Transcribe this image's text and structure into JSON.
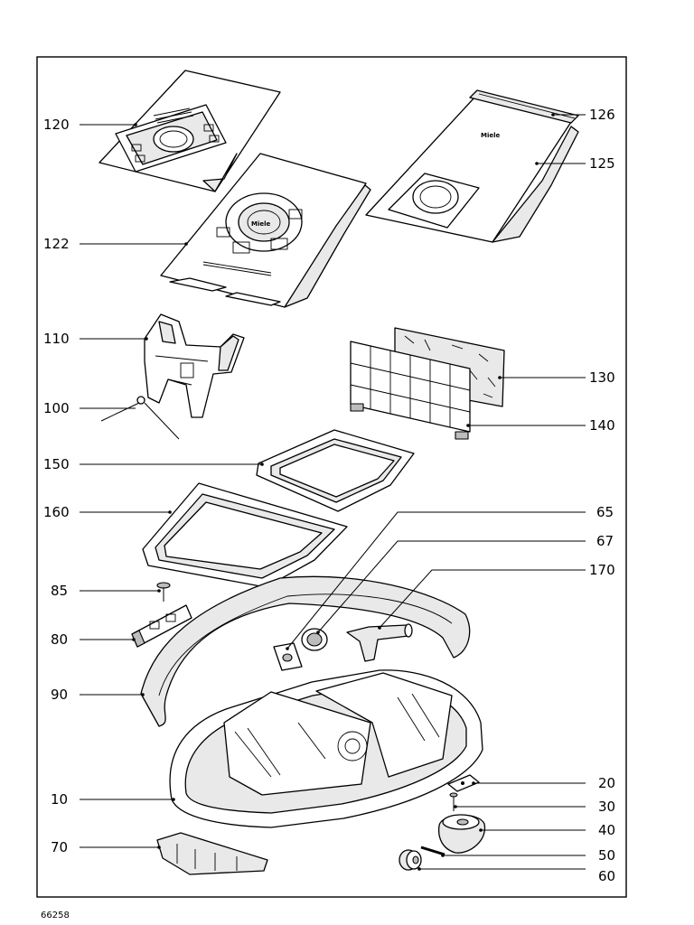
{
  "drawing_code": "66258",
  "brand_text": "Miele",
  "callouts": [
    {
      "label": "120"
    },
    {
      "label": "122"
    },
    {
      "label": "126"
    },
    {
      "label": "125"
    },
    {
      "label": "110"
    },
    {
      "label": "130"
    },
    {
      "label": "100"
    },
    {
      "label": "140"
    },
    {
      "label": "150"
    },
    {
      "label": "160"
    },
    {
      "label": "65"
    },
    {
      "label": "67"
    },
    {
      "label": "170"
    },
    {
      "label": "85"
    },
    {
      "label": "80"
    },
    {
      "label": "90"
    },
    {
      "label": "20"
    },
    {
      "label": "10"
    },
    {
      "label": "30"
    },
    {
      "label": "40"
    },
    {
      "label": "70"
    },
    {
      "label": "50"
    },
    {
      "label": "60"
    }
  ]
}
